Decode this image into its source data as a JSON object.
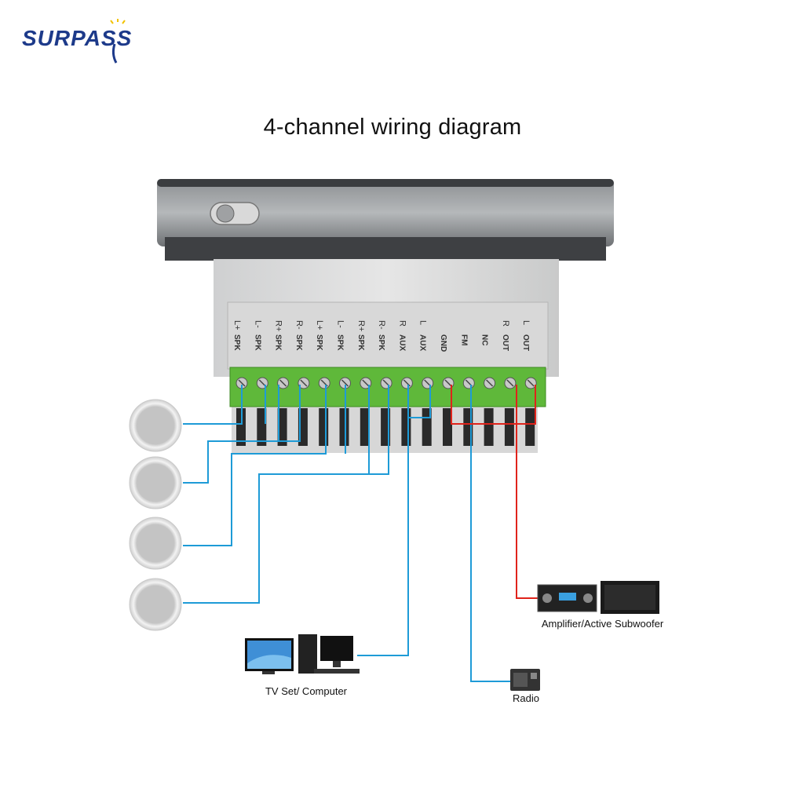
{
  "brand": {
    "logo_text": "SURPASS"
  },
  "title": "4-channel wiring diagram",
  "terminals": [
    {
      "top": "L+",
      "bottom": "SPK"
    },
    {
      "top": "L-",
      "bottom": "SPK"
    },
    {
      "top": "R+",
      "bottom": "SPK"
    },
    {
      "top": "R-",
      "bottom": "SPK"
    },
    {
      "top": "L+",
      "bottom": "SPK"
    },
    {
      "top": "L-",
      "bottom": "SPK"
    },
    {
      "top": "R+",
      "bottom": "SPK"
    },
    {
      "top": "R-",
      "bottom": "SPK"
    },
    {
      "top": "R",
      "bottom": "AUX"
    },
    {
      "top": "L",
      "bottom": "AUX"
    },
    {
      "top": "",
      "bottom": "GND"
    },
    {
      "top": "",
      "bottom": "FM"
    },
    {
      "top": "",
      "bottom": "NC"
    },
    {
      "top": "R",
      "bottom": "OUT"
    },
    {
      "top": "L",
      "bottom": "OUT"
    }
  ],
  "devices": {
    "amplifier": "Amplifier/Active Subwoofer",
    "tv": "TV Set/ Computer",
    "radio": "Radio"
  },
  "colors": {
    "wire_blue": "#1e9bd7",
    "wire_red": "#e0231b",
    "terminal_green": "#5fb83a",
    "logo_blue": "#1d3a8a"
  },
  "icons": [
    "speaker-icon",
    "amplifier-icon",
    "subwoofer-icon",
    "tv-icon",
    "computer-icon",
    "radio-icon"
  ]
}
